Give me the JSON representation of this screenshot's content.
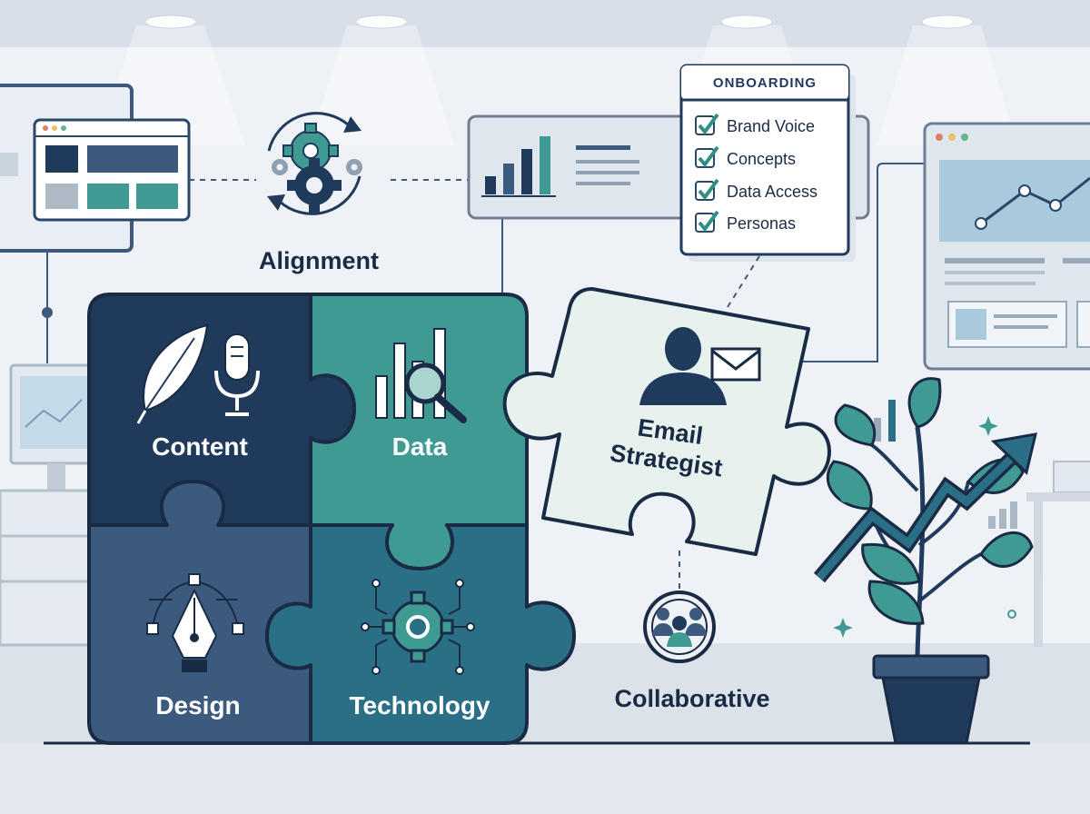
{
  "labels": {
    "alignment": "Alignment",
    "collaborative": "Collaborative"
  },
  "puzzle": {
    "content": "Content",
    "data": "Data",
    "design": "Design",
    "technology": "Technology",
    "strategist_line1": "Email",
    "strategist_line2": "Strategist"
  },
  "onboarding": {
    "title": "ONBOARDING",
    "items": [
      "Brand Voice",
      "Concepts",
      "Data Access",
      "Personas"
    ]
  },
  "colors": {
    "navy": "#1f3a5a",
    "slate": "#3b5a7e",
    "teal": "#3f9a94",
    "deep_teal": "#2a6f85",
    "mint": "#e7f2ef",
    "check": "#2f8f86",
    "background": "#eef2f6"
  },
  "icons": {
    "content": [
      "feather-icon",
      "microphone-icon"
    ],
    "data": [
      "bar-chart-icon",
      "magnifier-icon"
    ],
    "design": [
      "pen-nib-icon"
    ],
    "technology": [
      "circuit-gear-icon"
    ],
    "strategist": [
      "person-icon",
      "envelope-icon"
    ],
    "alignment": [
      "gears-icon"
    ],
    "collaborative": [
      "team-icon"
    ],
    "growth": [
      "plant-icon",
      "trend-arrow-icon"
    ]
  }
}
